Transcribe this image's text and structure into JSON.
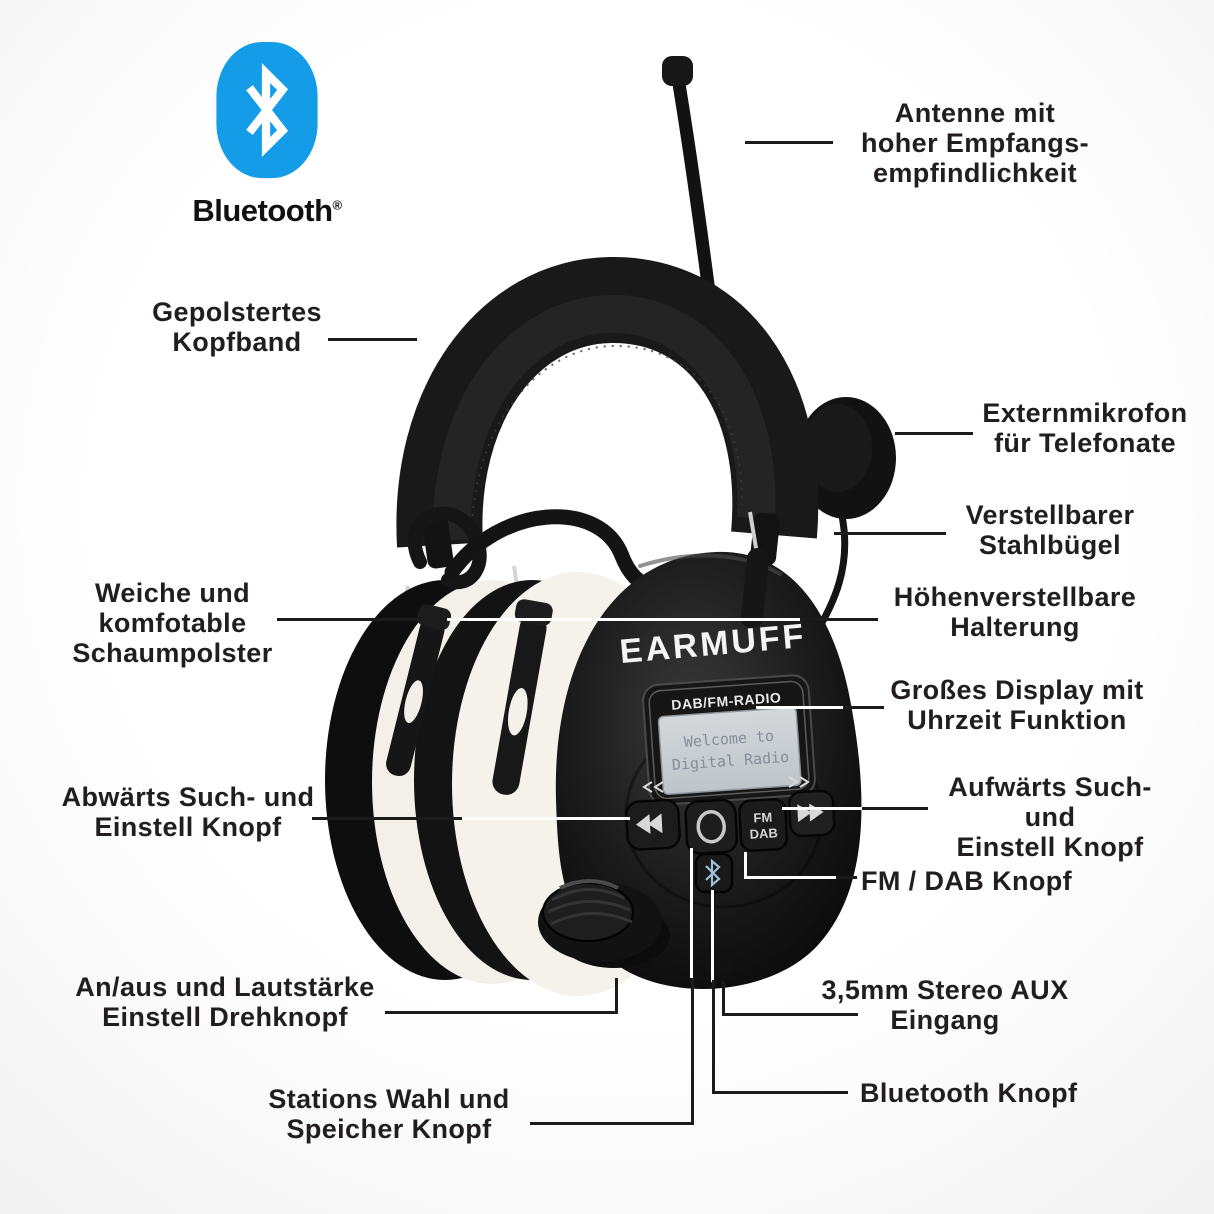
{
  "logo": {
    "label": "Bluetooth",
    "registered": "®",
    "brand_color": "#159CE8"
  },
  "product": {
    "brand": "EARMUFF",
    "display_title": "DAB/FM-RADIO",
    "display_lines": [
      "Welcome to",
      "Digital Radio"
    ],
    "fm_dab_button_line1": "FM",
    "fm_dab_button_line2": "DAB"
  },
  "annotations": {
    "antenna": {
      "lines": [
        "Antenne mit",
        "hoher Empfangs-",
        "empfindlichkeit"
      ]
    },
    "headband": {
      "lines": [
        "Gepolstertes",
        "Kopfband"
      ]
    },
    "microphone": {
      "lines": [
        "Externmikrofon",
        "für Telefonate"
      ]
    },
    "steel_bracket": {
      "lines": [
        "Verstellbarer",
        "Stahlbügel"
      ]
    },
    "foam_pads": {
      "lines": [
        "Weiche und",
        "komfotable",
        "Schaumpolster"
      ]
    },
    "height_adjust": {
      "lines": [
        "Höhenverstellbare",
        "Halterung"
      ]
    },
    "display": {
      "lines": [
        "Großes Display mit",
        "Uhrzeit Funktion"
      ]
    },
    "down_button": {
      "lines": [
        "Abwärts Such- und",
        "Einstell Knopf"
      ]
    },
    "up_button": {
      "lines": [
        "Aufwärts Such- und",
        "Einstell Knopf"
      ]
    },
    "fm_dab_button": {
      "lines": [
        "FM / DAB Knopf"
      ]
    },
    "power_volume": {
      "lines": [
        "An/aus und Lautstärke",
        "Einstell Drehknopf"
      ]
    },
    "aux_input": {
      "lines": [
        "3,5mm Stereo AUX",
        "Eingang"
      ]
    },
    "station_button": {
      "lines": [
        "Stations Wahl und",
        "Speicher Knopf"
      ]
    },
    "bluetooth_button": {
      "lines": [
        "Bluetooth Knopf"
      ]
    }
  }
}
